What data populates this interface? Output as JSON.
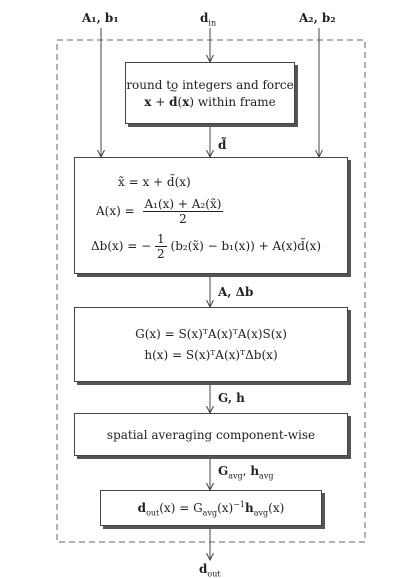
{
  "inputs": {
    "left": "A₁, b₁",
    "center": "d",
    "center_sub": "in",
    "right": "A₂, b₂"
  },
  "box1": {
    "line1": "round to integers and force",
    "line2_post": " within frame"
  },
  "box2": {
    "eq1": "x̃ = x + d̃(x)",
    "eq2_lhs": "A(x) =",
    "eq2_num": "A₁(x) + A₂(x̃)",
    "eq2_den": "2",
    "eq3_lhs": "Δb(x) = −",
    "eq3_num": "1",
    "eq3_den": "2",
    "eq3_rhs": "(b₂(x̃) − b₁(x)) + A(x)d̃(x)"
  },
  "box3": {
    "eq1": "G(x) = S(x)ᵀA(x)ᵀA(x)S(x)",
    "eq2": "h(x) = S(x)ᵀA(x)ᵀΔb(x)"
  },
  "box4": {
    "text": "spatial averaging component-wise"
  },
  "arrow_labels": {
    "a1": "d̃",
    "a2": "A, Δb",
    "a3": "G, h",
    "a4_G": "G",
    "a4_G_sub": "avg",
    "a4_h": "h",
    "a4_h_sub": "avg"
  },
  "box5": {
    "lhs": "d",
    "lhs_sub": "out",
    "mid": "(x) = G",
    "mid_sub": "avg",
    "rest1": "(x)",
    "exp": "−1",
    "h": "h",
    "h_sub": "avg",
    "tail": "(x)"
  },
  "output": {
    "d": "d",
    "sub": "out"
  }
}
